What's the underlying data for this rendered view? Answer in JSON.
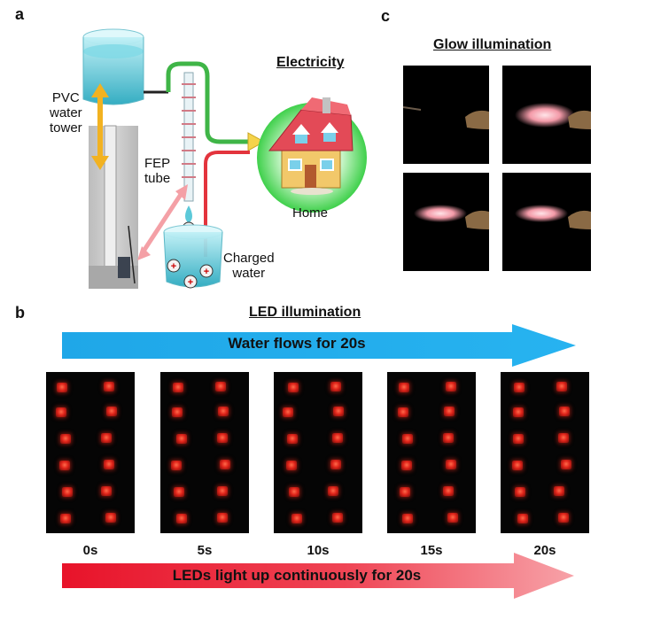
{
  "panels": {
    "a": {
      "letter": "a",
      "labels": {
        "tower": "PVC\nwater\ntower",
        "tube": "FEP\ntube",
        "electricity": "Electricity",
        "home": "Home",
        "charged_water": "Charged\nwater"
      }
    },
    "b": {
      "letter": "b",
      "title": "LED illumination",
      "top_arrow": "Water flows for 20s",
      "bottom_arrow": "LEDs light up continuously for 20s",
      "times": [
        "0s",
        "5s",
        "10s",
        "15s",
        "20s"
      ]
    },
    "c": {
      "letter": "c",
      "title": "Glow illumination"
    }
  },
  "colors": {
    "top_arrow": "#1fa7e8",
    "bottom_arrow": "#e8152a",
    "led_red": "#e0241a",
    "water": "#4fc6d8"
  }
}
